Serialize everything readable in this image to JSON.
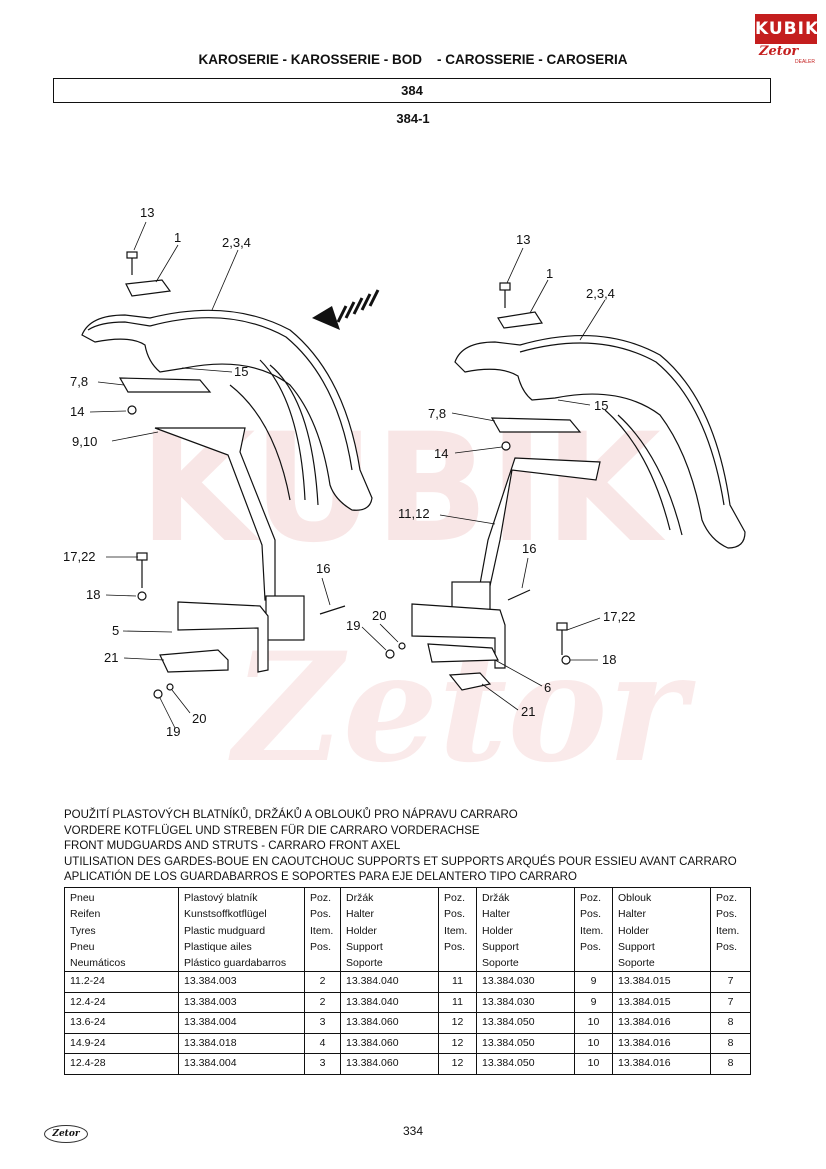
{
  "header": {
    "logo_brand": "KUBIK",
    "logo_sub": "Zetor",
    "logo_tag": "DEALER",
    "title": "KAROSERIE - KAROSSERIE - BOD    - CAROSSERIE - CAROSERIA",
    "section": "384",
    "subsection": "384-1"
  },
  "diagram": {
    "watermark": "KUBIK",
    "watermark_script": "Zetor",
    "left_labels": [
      "13",
      "1",
      "2,3,4",
      "15",
      "7,8",
      "14",
      "9,10",
      "16",
      "17,22",
      "18",
      "5",
      "21",
      "19",
      "20"
    ],
    "right_labels": [
      "13",
      "1",
      "2,3,4",
      "7,8",
      "15",
      "14",
      "11,12",
      "16",
      "20",
      "19",
      "17,22",
      "18",
      "6",
      "21"
    ]
  },
  "description": [
    "POUŽITÍ PLASTOVÝCH BLATNÍKŮ, DRŽÁKŮ A OBLOUKŮ PRO NÁPRAVU CARRARO",
    "VORDERE KOTFLÜGEL UND STREBEN FÜR DIE CARRARO VORDERACHSE",
    "FRONT MUDGUARDS AND STRUTS - CARRARO FRONT AXEL",
    "UTILISATION DES GARDES-BOUE EN CAOUTCHOUC SUPPORTS ET SUPPORTS ARQUÉS POUR ESSIEU AVANT CARRARO",
    "APLICATIÓN DE LOS GUARDABARROS E SOPORTES PARA EJE DELANTERO TIPO CARRARO"
  ],
  "table": {
    "headers": [
      "Pneu\nReifen\nTyres\nPneu\nNeumáticos",
      "Plastový blatník\nKunstsoffkotflügel\nPlastic mudguard\nPlastique ailes\nPlástico guardabarros",
      "Poz.\nPos.\nItem.\nPos.",
      "Držák\nHalter\nHolder\nSupport\nSoporte",
      "Poz.\nPos.\nItem.\nPos.",
      "Držák\nHalter\nHolder\nSupport\nSoporte",
      "Poz.\nPos.\nItem.\nPos.",
      "Oblouk\nHalter\nHolder\nSupport\nSoporte",
      "Poz.\nPos.\nItem.\nPos."
    ],
    "rows": [
      [
        "11.2-24",
        "13.384.003",
        "2",
        "13.384.040",
        "11",
        "13.384.030",
        "9",
        "13.384.015",
        "7"
      ],
      [
        "12.4-24",
        "13.384.003",
        "2",
        "13.384.040",
        "11",
        "13.384.030",
        "9",
        "13.384.015",
        "7"
      ],
      [
        "13.6-24",
        "13.384.004",
        "3",
        "13.384.060",
        "12",
        "13.384.050",
        "10",
        "13.384.016",
        "8"
      ],
      [
        "14.9-24",
        "13.384.018",
        "4",
        "13.384.060",
        "12",
        "13.384.050",
        "10",
        "13.384.016",
        "8"
      ],
      [
        "12.4-28",
        "13.384.004",
        "3",
        "13.384.060",
        "12",
        "13.384.050",
        "10",
        "13.384.016",
        "8"
      ]
    ]
  },
  "footer": {
    "logo": "Zetor",
    "page_number": "334"
  },
  "colors": {
    "brand": "#c41e1e",
    "watermark": "#f7dcdc"
  }
}
